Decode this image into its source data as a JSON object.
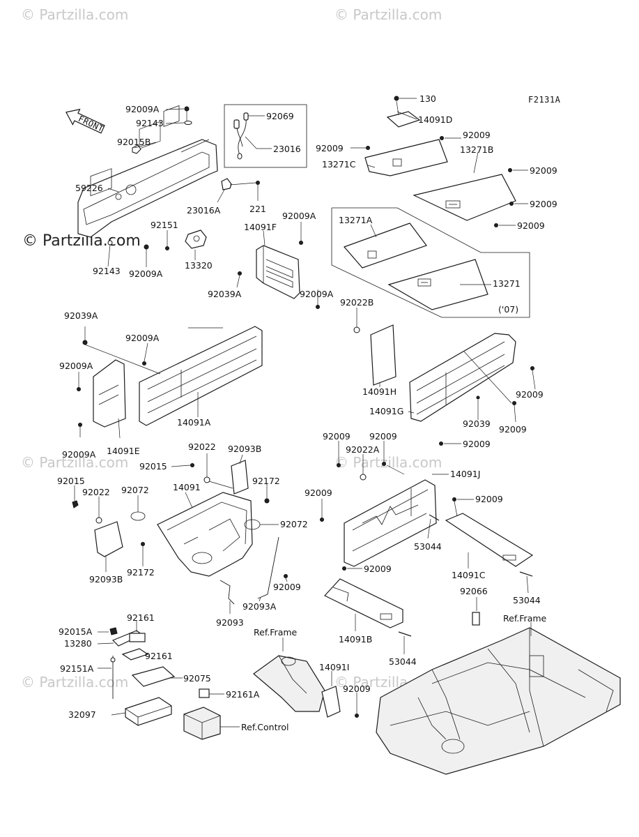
{
  "diagram_code": "F2131A",
  "watermarks": {
    "top_left": "© Partzilla.com",
    "top_right": "© Partzilla.com",
    "main": "© Partzilla.com",
    "mid_left": "© Partzilla.com",
    "mid_right": "© Partzilla.com",
    "bottom_left": "© Partzilla.com",
    "bottom_right": "© Partzilla.com"
  },
  "front_arrow": "FRONT",
  "parts": {
    "p92009A_top": "92009A",
    "p92143_top": "92143",
    "p92015B": "92015B",
    "p59226": "59226",
    "p92143_bot": "92143",
    "p92009A_b": "92009A",
    "p92151": "92151",
    "p13320": "13320",
    "p92069": "92069",
    "p23016": "23016",
    "p23016A": "23016A",
    "p221": "221",
    "p14091F": "14091F",
    "p92009A_c": "92009A",
    "p92039A_a": "92039A",
    "p92009A_d": "92009A",
    "p130": "130",
    "p14091D": "14091D",
    "p92009_a": "92009",
    "p92009_b": "92009",
    "p13271B": "13271B",
    "p92009_c": "92009",
    "p13271C": "13271C",
    "p92009_d": "92009",
    "p92009_e": "92009",
    "p13271A": "13271A",
    "p13271": "13271",
    "year_note": "('07)",
    "p92039A_b": "92039A",
    "p92009A_e": "92009A",
    "p92009A_f": "92009A",
    "p14091A": "14091A",
    "p92009A_g": "92009A",
    "p14091E": "14091E",
    "p92022B": "92022B",
    "p14091H": "14091H",
    "p14091G": "14091G",
    "p92009_f": "92009",
    "p92039": "92039",
    "p92009_g": "92009",
    "p92009_h": "92009",
    "p92022": "92022",
    "p92093B_a": "92093B",
    "p92015_a": "92015",
    "p92172_a": "92172",
    "p92015_b": "92015",
    "p14091": "14091",
    "p92022_b": "92022",
    "p92072_a": "92072",
    "p92072_b": "92072",
    "p92093B_b": "92093B",
    "p92172_b": "92172",
    "p92009_i": "92009",
    "p92093A": "92093A",
    "p92093": "92093",
    "p92009_j": "92009",
    "p92022A": "92022A",
    "p92009_k": "92009",
    "p14091J": "14091J",
    "p92009_l": "92009",
    "p92009_m": "92009",
    "p53044_a": "53044",
    "p14091C": "14091C",
    "p53044_b": "53044",
    "p92009_n": "92009",
    "p14091B": "14091B",
    "p53044_c": "53044",
    "p92066": "92066",
    "ref_frame_a": "Ref.Frame",
    "ref_frame_b": "Ref.Frame",
    "p14091I": "14091I",
    "p92009_o": "92009",
    "p92015A": "92015A",
    "p92161_a": "92161",
    "p13280": "13280",
    "p92161_b": "92161",
    "p92151A": "92151A",
    "p92075": "92075",
    "p92161A": "92161A",
    "p32097": "32097",
    "ref_control": "Ref.Control"
  }
}
